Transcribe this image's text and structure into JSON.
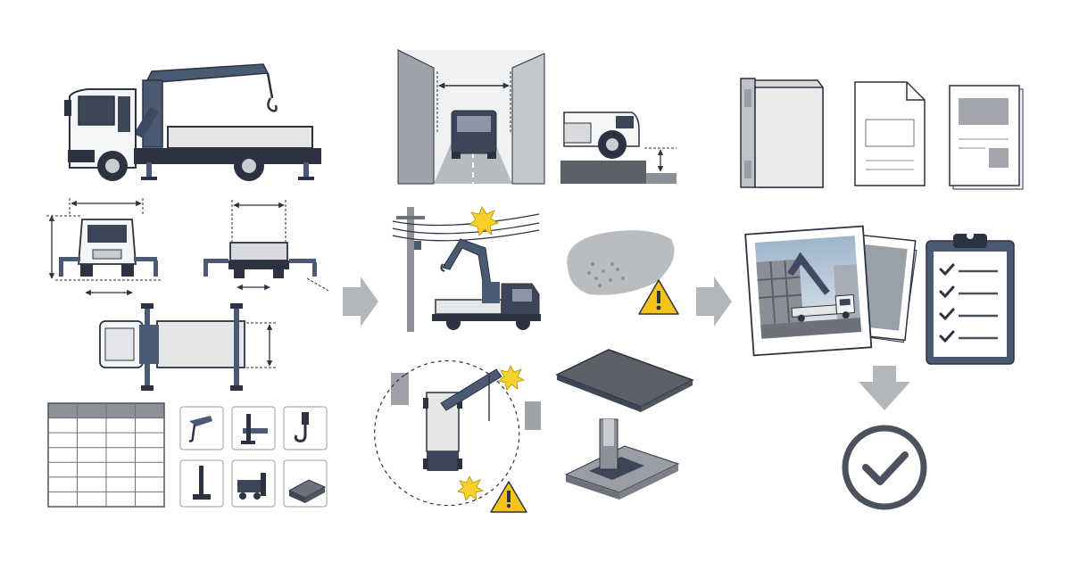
{
  "colors": {
    "background": "#ffffff",
    "crane_steel": "#4b5a73",
    "truck_white": "#f4f5f6",
    "dark_outline": "#2c3240",
    "mid_gray": "#8d9197",
    "light_gray": "#d8dadd",
    "arrow_gray": "#b3b6ba",
    "warning_yellow": "#f6c21c",
    "spark_yellow": "#f7d12a"
  },
  "stages": [
    {
      "name": "vehicle-specifications"
    },
    {
      "name": "site-assessment"
    },
    {
      "name": "documentation-approval"
    }
  ],
  "icons": {
    "spec_tools": [
      "hook-attachment-icon",
      "outrigger-leg-icon",
      "crane-hook-icon",
      "outrigger-pad-icon",
      "forklift-attachment-icon",
      "pallet-icon"
    ],
    "hazards": [
      "power-line-hazard-icon",
      "soft-ground-warning-icon",
      "swing-radius-hazard-icon"
    ],
    "documents": [
      "manual-binder-icon",
      "form-document-icon",
      "photo-report-icon"
    ],
    "result": [
      "checklist-clipboard-icon",
      "approved-check-icon"
    ]
  },
  "spec_table": {
    "columns": 4,
    "rows": 7
  }
}
